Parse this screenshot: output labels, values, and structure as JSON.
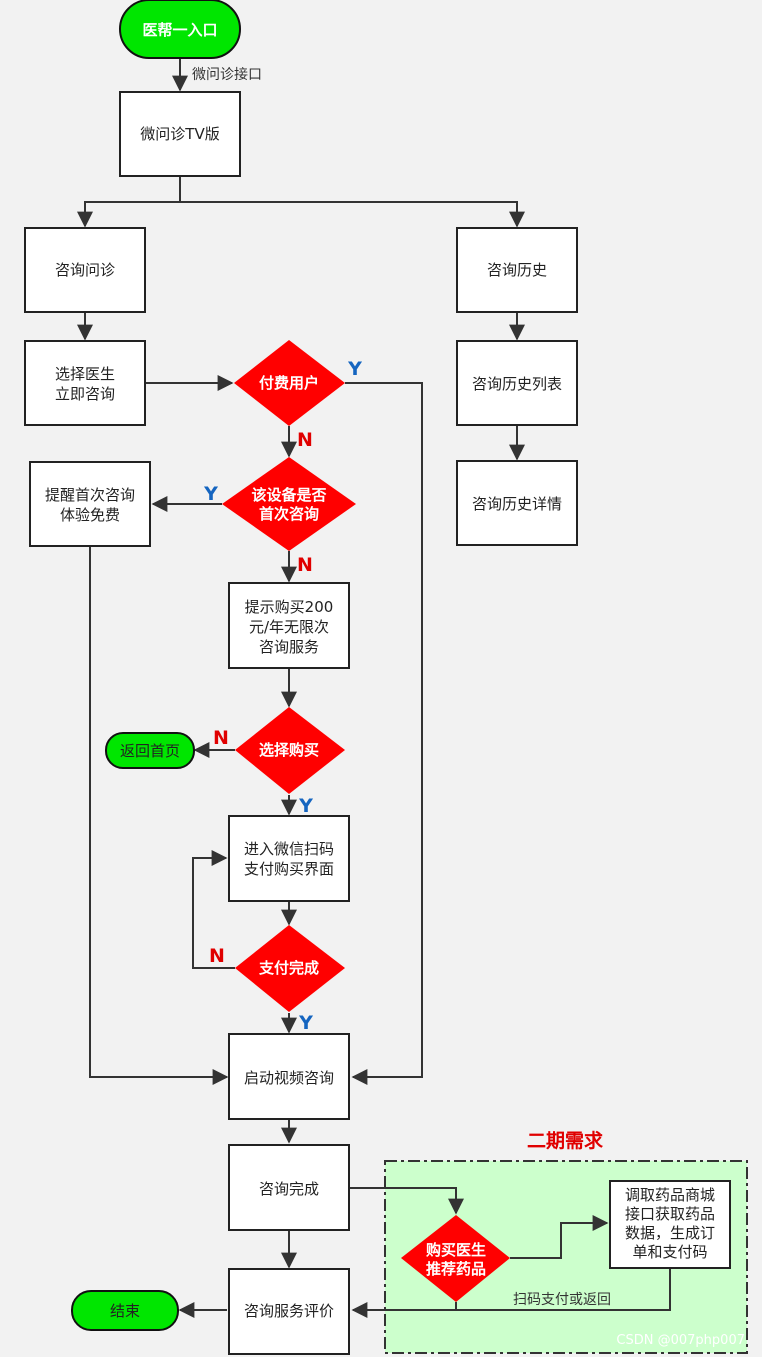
{
  "nodes": {
    "start": "医帮一入口",
    "tv": "微问诊TV版",
    "consult": "咨询问诊",
    "select_doctor": [
      "选择医生",
      "立即咨询"
    ],
    "paid_user": "付费用户",
    "first_consult": [
      "该设备是否",
      "首次咨询"
    ],
    "remind_free": [
      "提醒首次咨询",
      "体验免费"
    ],
    "prompt_buy": [
      "提示购买200",
      "元/年无限次",
      "咨询服务"
    ],
    "choose_buy": "选择购买",
    "return_home": "返回首页",
    "wechat_pay": [
      "进入微信扫码",
      "支付购买界面"
    ],
    "pay_done": "支付完成",
    "video": "启动视频咨询",
    "consult_done": "咨询完成",
    "rate": "咨询服务评价",
    "end": "结束",
    "history": "咨询历史",
    "history_list": "咨询历史列表",
    "history_detail": "咨询历史详情",
    "recommend": [
      "购买医生",
      "推荐药品"
    ],
    "fetch_drugs": [
      "调取药品商城",
      "接口获取药品",
      "数据，生成订",
      "单和支付码"
    ]
  },
  "edge_labels": {
    "api": "微问诊接口",
    "scan_or_back": "扫码支付或返回",
    "paid_yes": "Y",
    "paid_no": "N",
    "first_yes": "Y",
    "first_no": "N",
    "buy_no": "N",
    "buy_yes": "Y",
    "pay_no": "N",
    "pay_yes": "Y"
  },
  "phase2": {
    "title": "二期需求"
  },
  "watermark": "CSDN @007php007",
  "colors": {
    "terminal": "#00e600",
    "decision": "#ff0000",
    "phase_bg": "#ccffcc",
    "yes": "#1565c0",
    "no": "#e00000"
  }
}
